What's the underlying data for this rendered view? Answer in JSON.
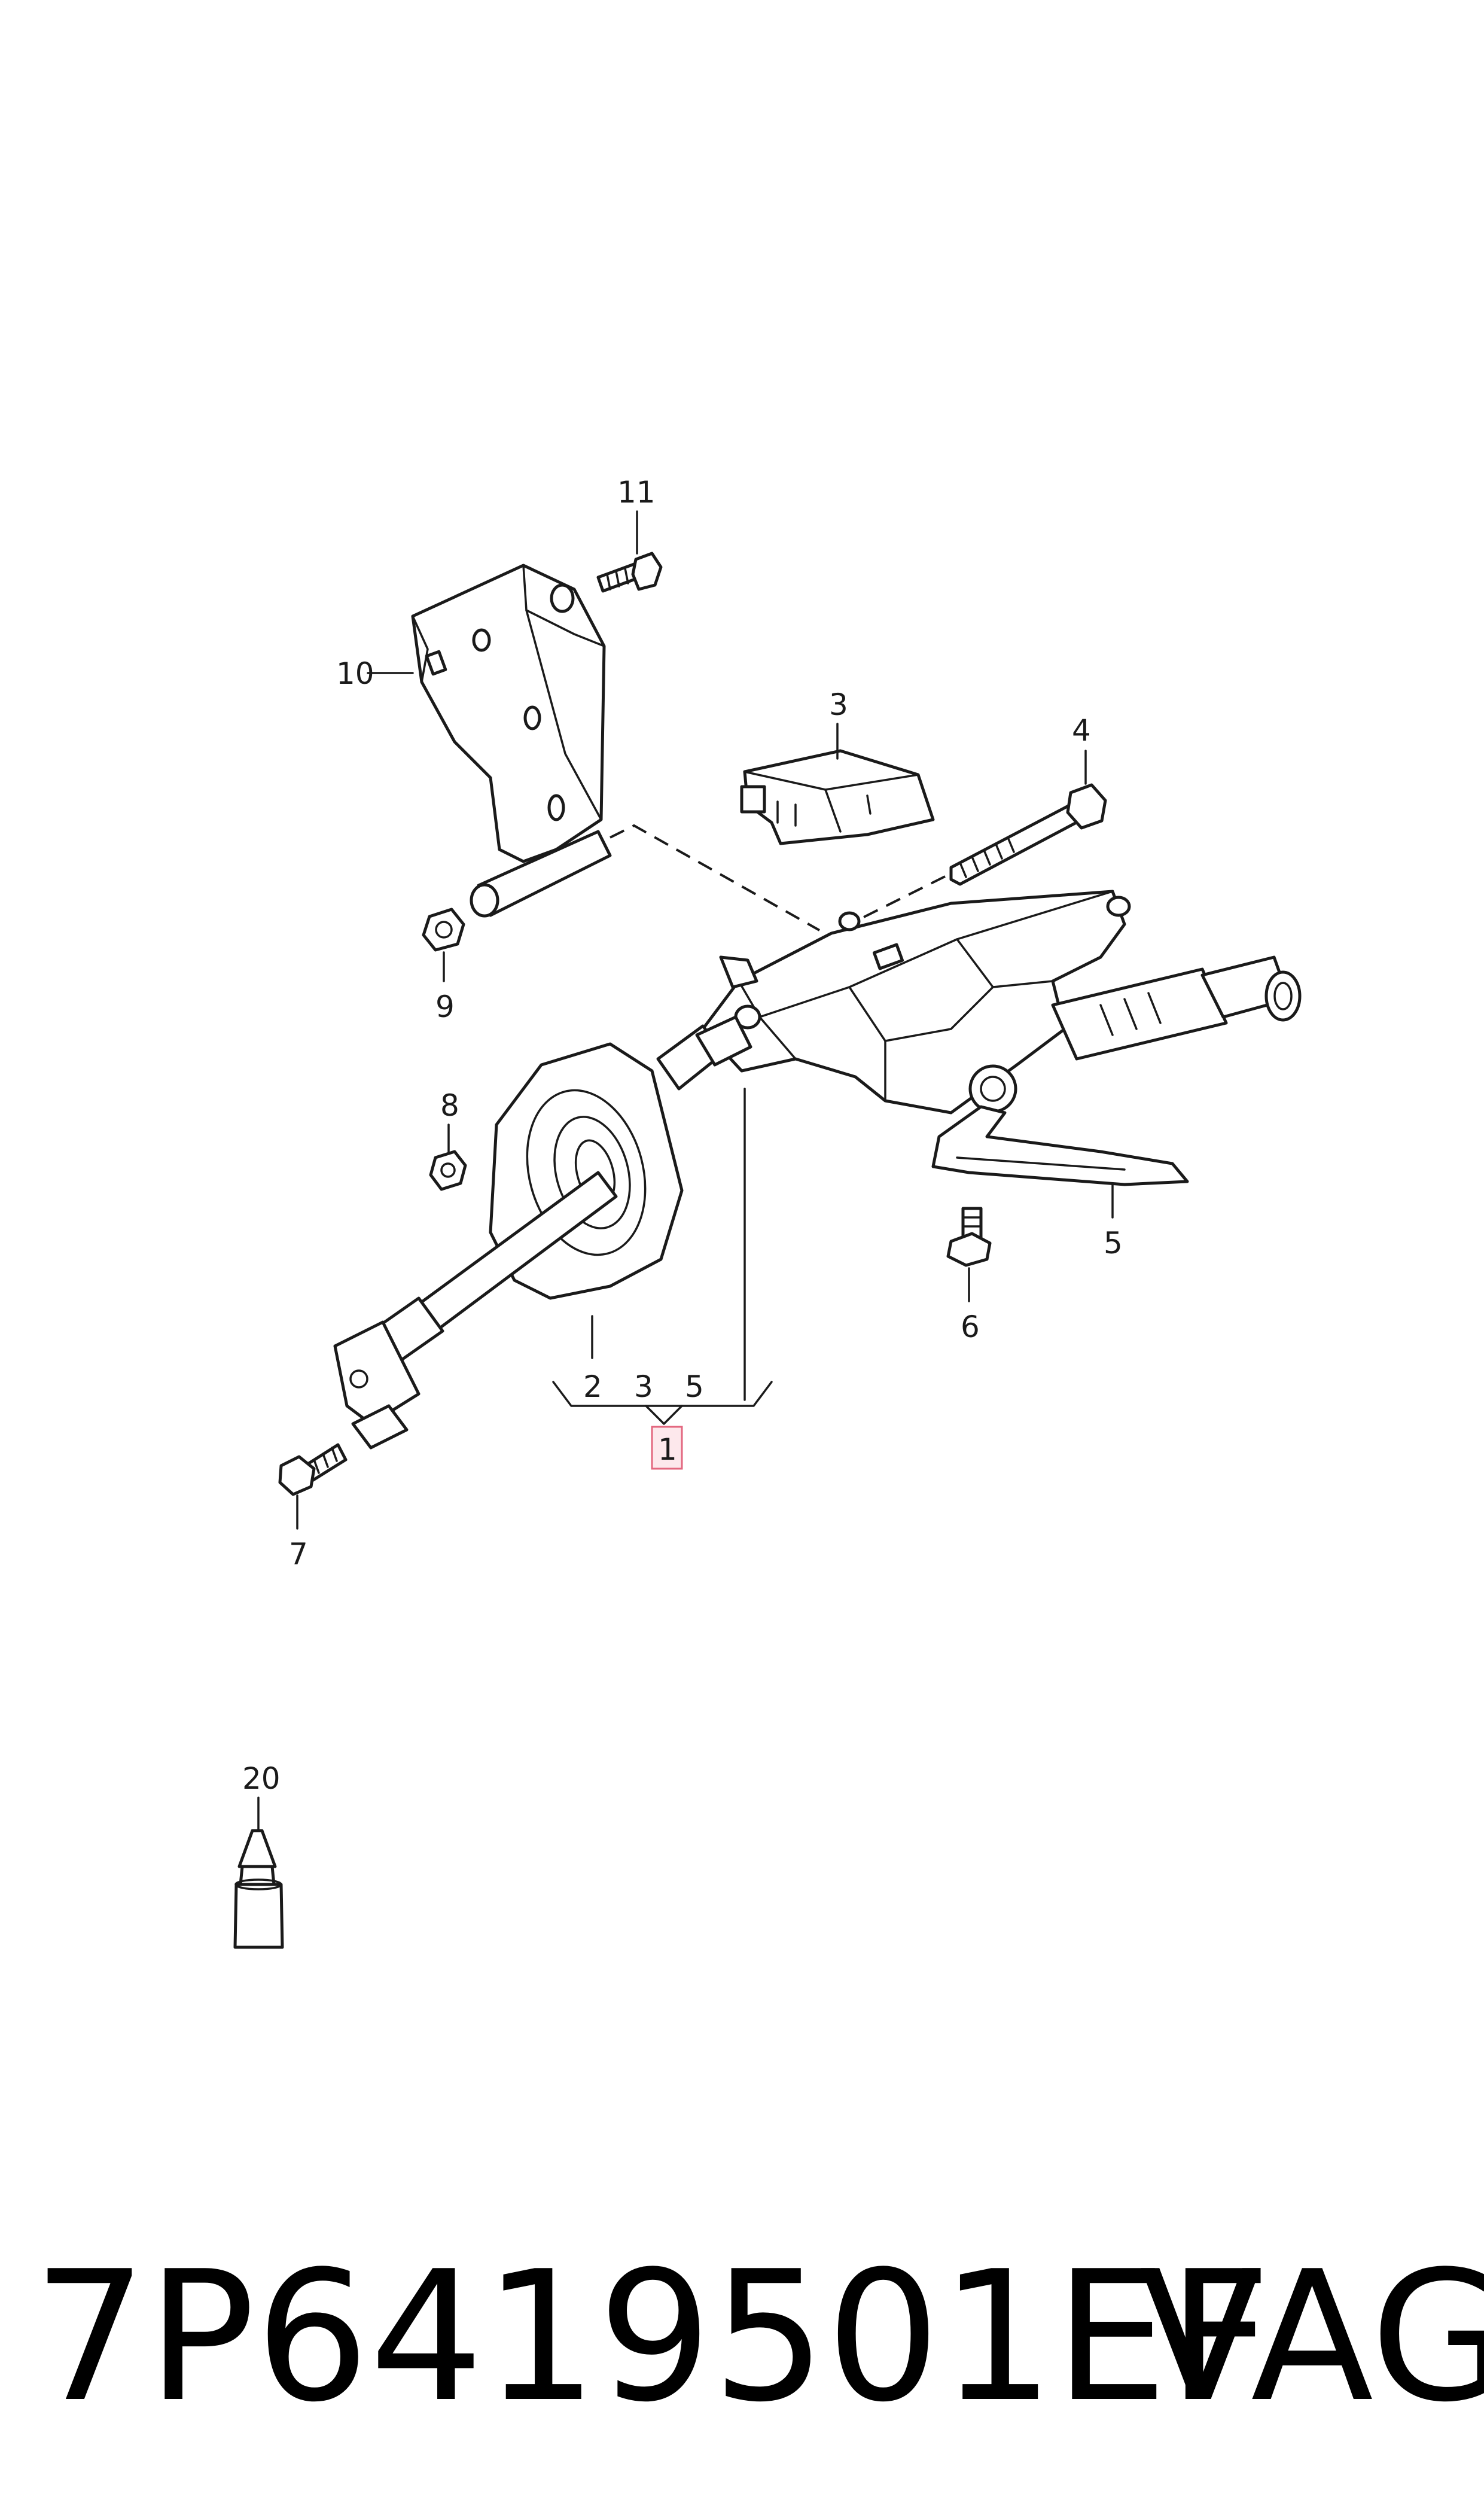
{
  "callouts": {
    "c1": "1",
    "c2": "2",
    "c3": "3",
    "c3b": "3",
    "c4": "4",
    "c5": "5",
    "c5b": "5",
    "c6": "6",
    "c7": "7",
    "c8": "8",
    "c9": "9",
    "c10": "10",
    "c11": "11",
    "c20": "20"
  },
  "footer": {
    "part_number": "7P6419501EF",
    "brand": "VAG"
  },
  "colors": {
    "line": "#1a1a1a",
    "highlight_fill": "#fde8ec",
    "highlight_stroke": "#e3677f"
  }
}
